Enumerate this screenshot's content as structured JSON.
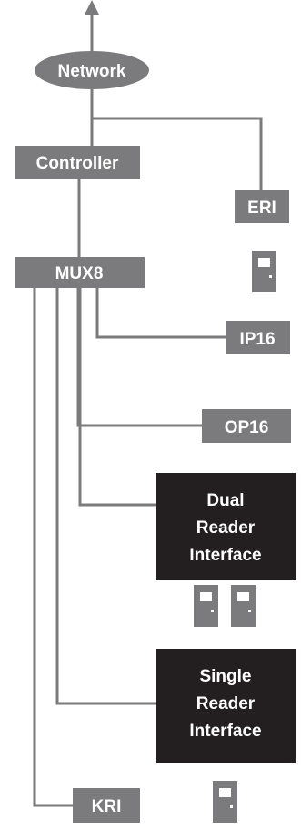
{
  "colors": {
    "gray_box": "#7b7b7d",
    "black_box": "#231f20",
    "line": "#7b7b7d",
    "text_light": "#ffffff",
    "door_fill": "#7b7b7d",
    "door_window": "#ffffff",
    "background": "#ffffff"
  },
  "nodes": {
    "network": "Network",
    "controller": "Controller",
    "eri": "ERI",
    "mux8": "MUX8",
    "ip16": "IP16",
    "op16": "OP16",
    "dual_reader": [
      "Dual",
      "Reader",
      "Interface"
    ],
    "single_reader": [
      "Single",
      "Reader",
      "Interface"
    ],
    "kri": "KRI"
  },
  "icons": {
    "door": "door-icon",
    "arrow": "arrow-up-icon"
  }
}
